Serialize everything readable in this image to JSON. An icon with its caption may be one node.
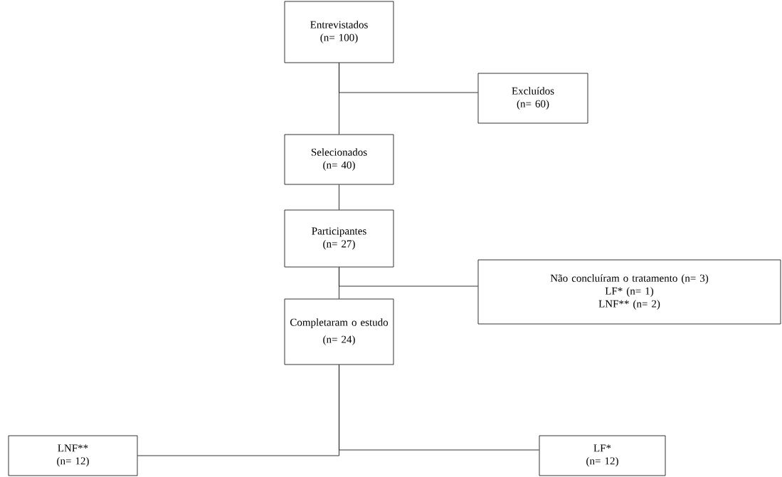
{
  "diagram": {
    "nodes": [
      {
        "text": [
          "Entrevistados",
          "(n= 100)"
        ]
      },
      {
        "text": [
          "Excluídos",
          "(n= 60)"
        ]
      },
      {
        "text": [
          "Selecionados",
          "(n= 40)"
        ]
      },
      {
        "text": [
          "Participantes",
          "(n= 27)"
        ]
      },
      {
        "text": [
          "Não concluíram o tratamento (n= 3)",
          "LF* (n= 1)",
          "LNF** (n= 2)"
        ]
      },
      {
        "text": [
          "Completaram o estudo",
          "(n= 24)"
        ]
      },
      {
        "text": [
          "LNF**",
          "(n= 12)"
        ]
      },
      {
        "text": [
          "LF*",
          "(n= 12)"
        ]
      }
    ],
    "edges": [
      {
        "from": 0,
        "to": 2,
        "arrow": "none"
      },
      {
        "from": 0,
        "to": 1,
        "arrow": "none"
      },
      {
        "from": 2,
        "to": 3,
        "arrow": "none"
      },
      {
        "from": 3,
        "to": 5,
        "arrow": "none"
      },
      {
        "from": 3,
        "to": 4,
        "arrow": "none"
      },
      {
        "from": 5,
        "to": 6,
        "arrow": "none"
      },
      {
        "from": 5,
        "to": 7,
        "arrow": "none"
      }
    ]
  }
}
